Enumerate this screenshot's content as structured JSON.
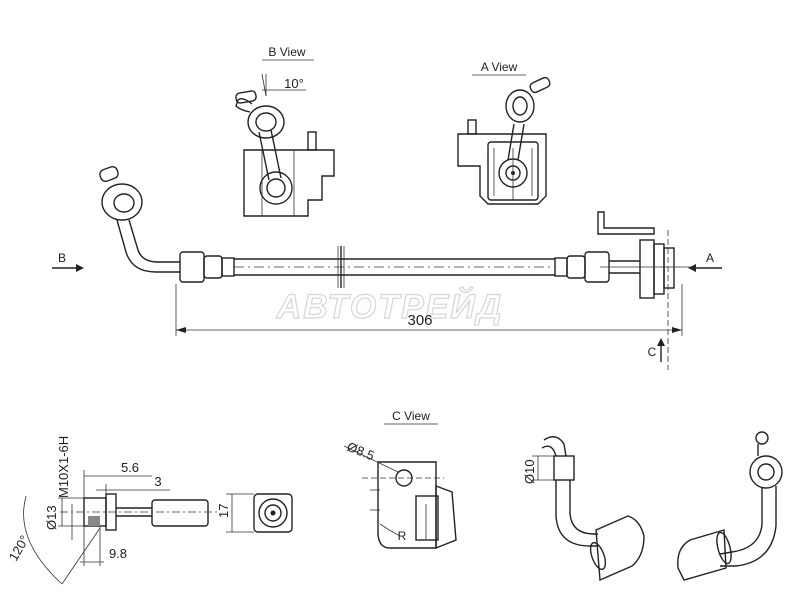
{
  "watermark": "АВТОТРЕЙД",
  "views": {
    "b_title": "B View",
    "a_title": "A View",
    "c_title": "C View"
  },
  "labels": {
    "angle_10": "10°",
    "overall_length": "306",
    "arrow_b": "B",
    "arrow_a": "A",
    "arrow_c": "C",
    "thread": "M10X1-6H",
    "dim_5_6": "5.6",
    "dim_3": "3",
    "dim_13": "Ø13",
    "dim_9_8": "9.8",
    "dim_17": "17",
    "angle_120": "120°",
    "dim_8_5": "Ø8.5",
    "radius": "R",
    "dim_10": "Ø10"
  }
}
